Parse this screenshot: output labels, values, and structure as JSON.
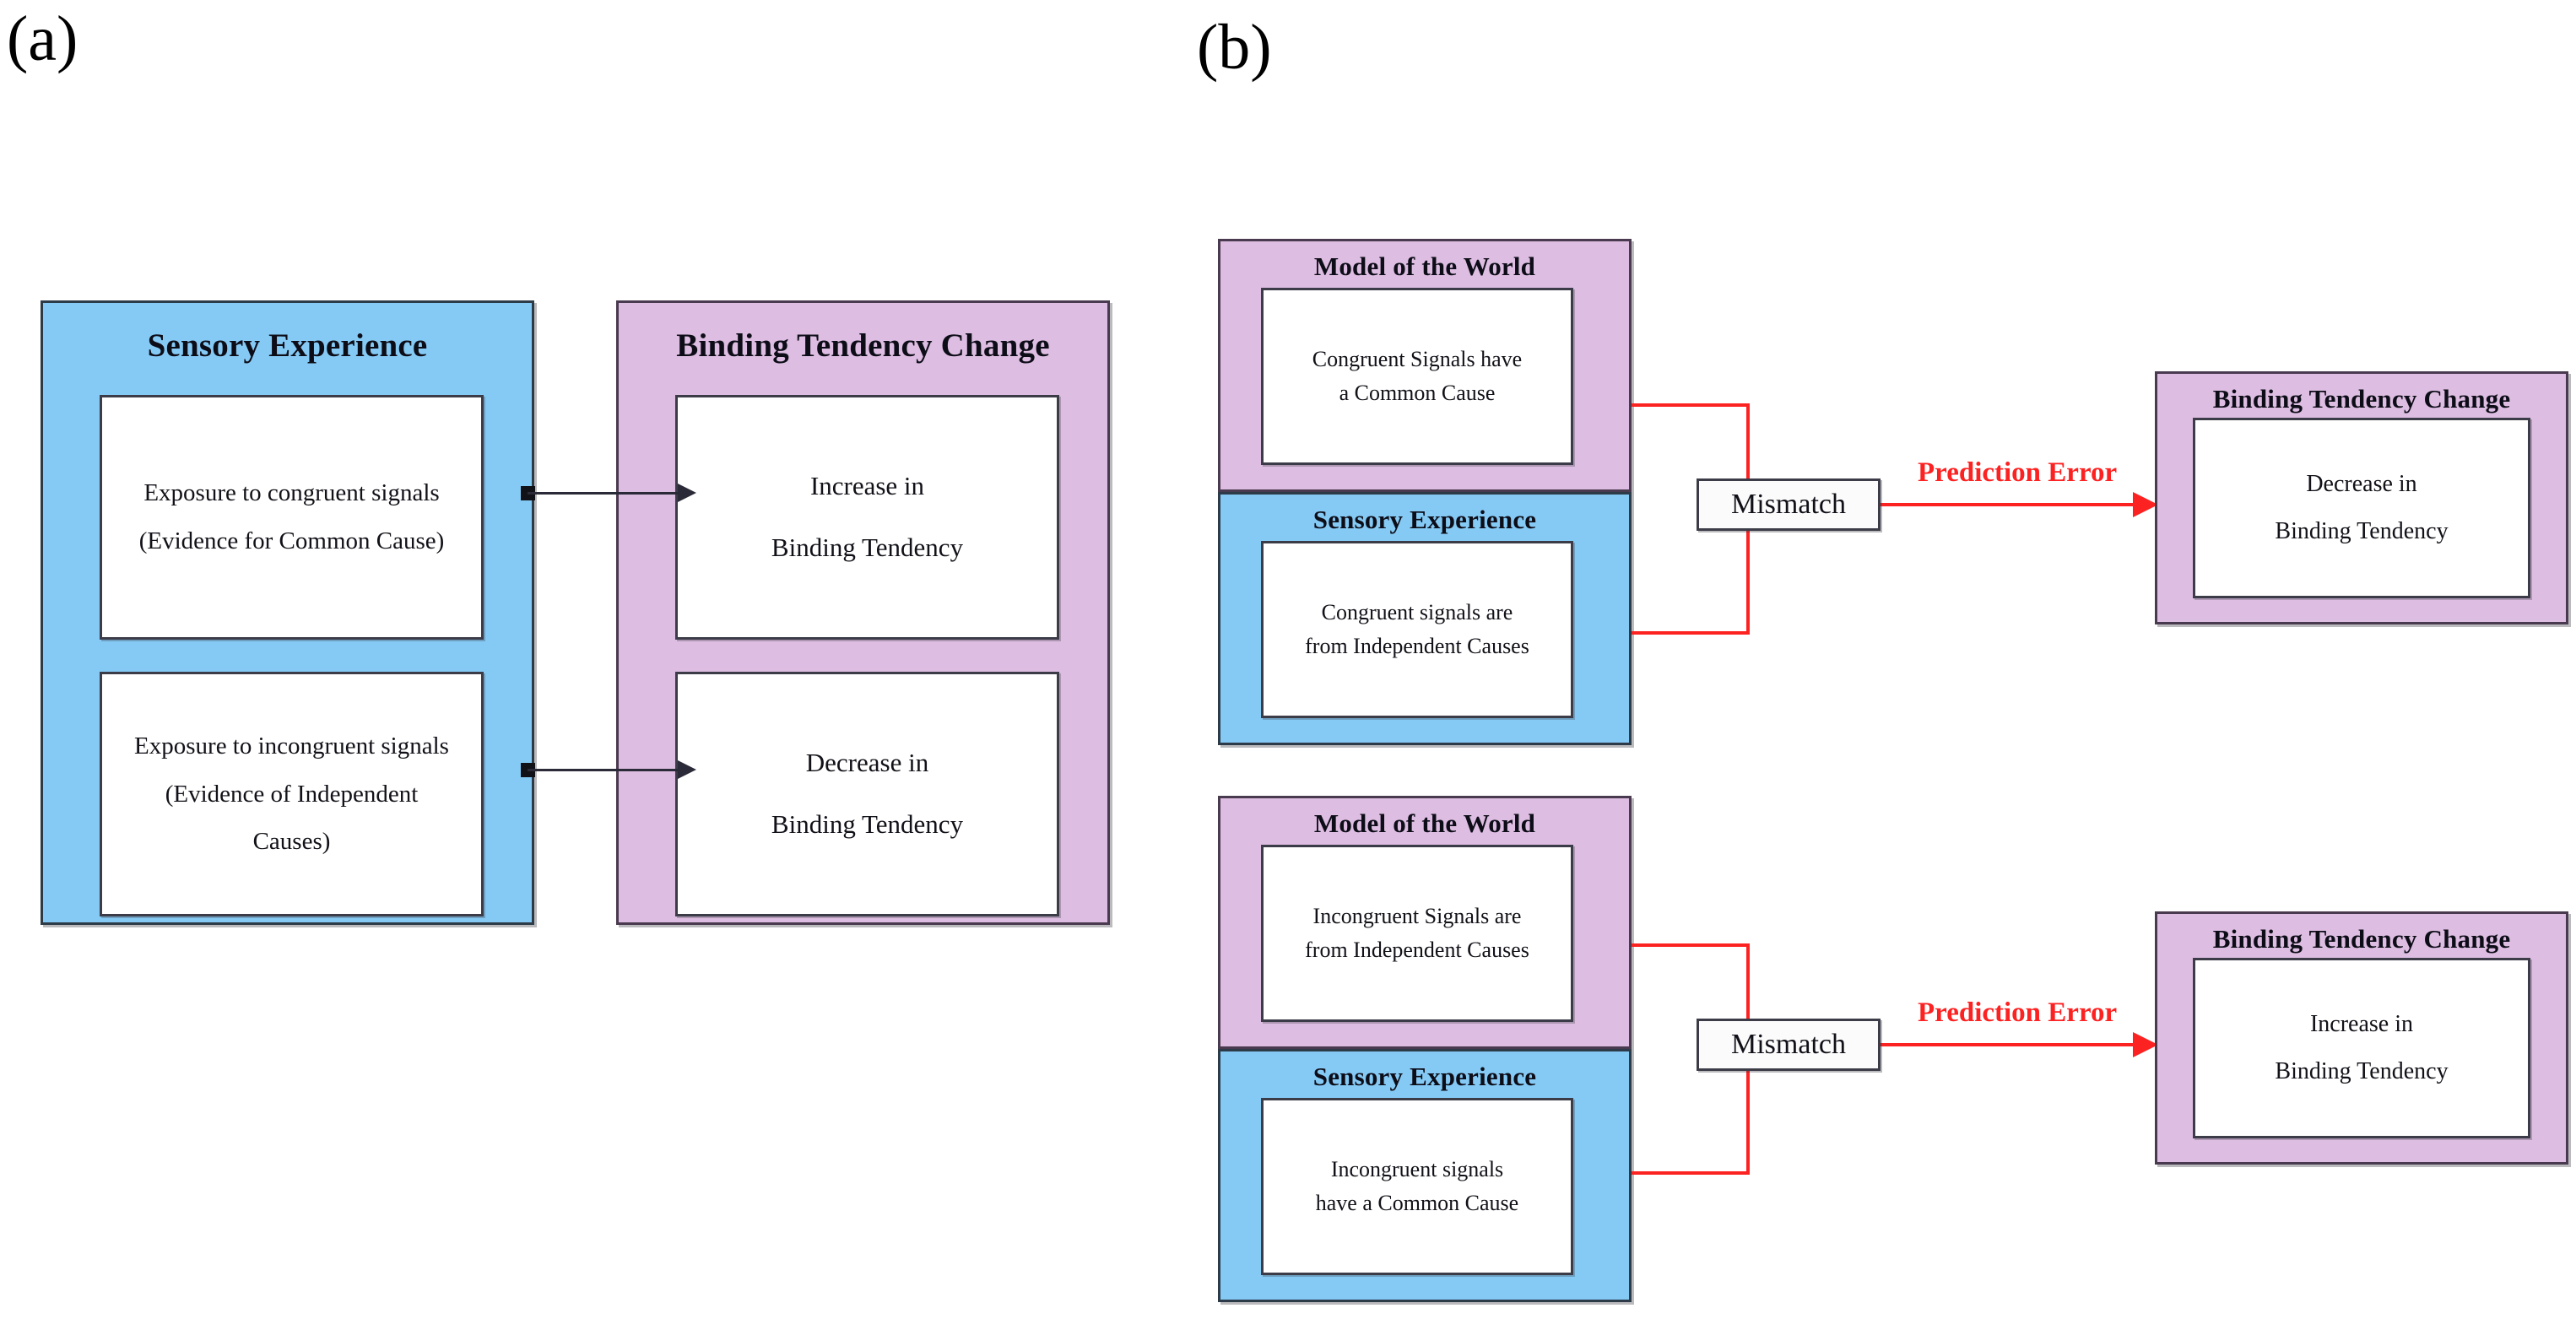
{
  "figure": {
    "panel_a_label": "(a)",
    "panel_b_label": "(b)"
  },
  "colors": {
    "blue": "#85CAF5",
    "pink": "#DDBDE1",
    "red_accent": "#FD2222",
    "border": "#3C3C48",
    "text": "#111118",
    "white": "#FFFFFF"
  },
  "panel_a": {
    "sensory_group": {
      "title": "Sensory Experience",
      "boxes": [
        {
          "line1": "Exposure to congruent signals",
          "line2": "(Evidence for Common Cause)",
          "line3": ""
        },
        {
          "line1": "Exposure to incongruent signals",
          "line2": "(Evidence of Independent",
          "line3": "Causes)"
        }
      ]
    },
    "outcome_group": {
      "title": "Binding Tendency Change",
      "boxes": [
        {
          "line1": "Increase in",
          "line2": "Binding Tendency",
          "line3": ""
        },
        {
          "line1": "Decrease in",
          "line2": "Binding Tendency",
          "line3": ""
        }
      ]
    },
    "arrows": [
      {
        "from": "Exposure to congruent signals",
        "to": "Increase in Binding Tendency",
        "label": ""
      },
      {
        "from": "Exposure to incongruent signals",
        "to": "Decrease in Binding Tendency",
        "label": ""
      }
    ]
  },
  "panel_b": {
    "rows": [
      {
        "model_group": {
          "title": "Model of the World",
          "line1": "Congruent Signals have",
          "line2": "a Common Cause"
        },
        "sensory_group": {
          "title": "Sensory Experience",
          "line1": "Congruent signals are",
          "line2": "from Independent Causes"
        },
        "mismatch_label": "Mismatch",
        "prediction_error_label": "Prediction Error",
        "outcome_group": {
          "title": "Binding Tendency Change",
          "line1": "Decrease in",
          "line2": "Binding Tendency"
        }
      },
      {
        "model_group": {
          "title": "Model of the World",
          "line1": "Incongruent Signals are",
          "line2": "from Independent Causes"
        },
        "sensory_group": {
          "title": "Sensory Experience",
          "line1": "Incongruent signals",
          "line2": "have a Common Cause"
        },
        "mismatch_label": "Mismatch",
        "prediction_error_label": "Prediction Error",
        "outcome_group": {
          "title": "Binding Tendency Change",
          "line1": "Increase in",
          "line2": "Binding Tendency"
        }
      }
    ]
  }
}
